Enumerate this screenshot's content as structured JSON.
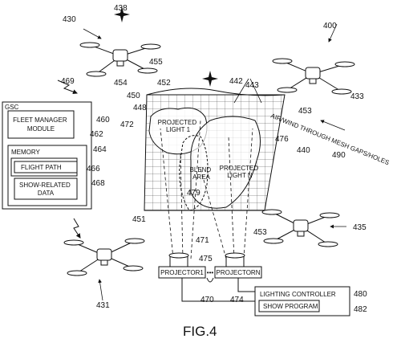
{
  "figure_label": "FIG.4",
  "ref_numbers": {
    "fleet": "400",
    "drone_top_left": "430",
    "compass_top": "438",
    "gsc_ref": "469",
    "r455": "455",
    "r454": "454",
    "r452": "452",
    "r450": "450",
    "r448": "448",
    "r442": "442",
    "r443": "443",
    "drone_top_right": "433",
    "r453_top": "453",
    "r476": "476",
    "r440": "440",
    "r490": "490",
    "r472": "472",
    "r479": "479",
    "r460": "460",
    "r462": "462",
    "r464": "464",
    "r466": "466",
    "r468": "468",
    "r451": "451",
    "r471": "471",
    "r475": "475",
    "r453_right": "453",
    "drone_right": "435",
    "drone_bottom_left": "431",
    "r470": "470",
    "r474": "474",
    "r480": "480",
    "r482": "482"
  },
  "gsc": {
    "title": "GSC",
    "fleet_manager": [
      "FLEET MANAGER",
      "MODULE"
    ],
    "memory": "MEMORY",
    "flight_path": "FLIGHT PATH",
    "show_data": [
      "SHOW-RELATED",
      "DATA"
    ]
  },
  "screen": {
    "projected_light_1": [
      "PROJECTED",
      "LIGHT 1"
    ],
    "blend_area": [
      "BLEND",
      "AREA"
    ],
    "projected_light_n": [
      "PROJECTED",
      "LIGHT N"
    ],
    "airwind_caption": "AIR/WIND THROUGH MESH GAPS/HOLES"
  },
  "projectors": {
    "p1": "PROJECTOR1",
    "pn": "PROJECTORN",
    "ellipsis": "•••"
  },
  "lighting": {
    "controller": "LIGHTING CONTROLLER",
    "program": "SHOW PROGRAM"
  }
}
